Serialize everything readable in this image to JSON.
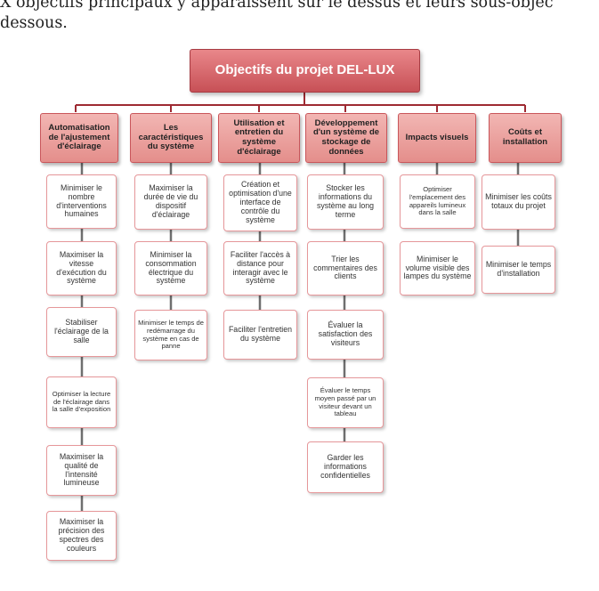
{
  "intro": {
    "line1": "X objectifs principaux y apparaissent sur le dessus et leurs sous-objec",
    "line2": "dessous."
  },
  "root": {
    "label": "Objectifs du projet DEL-LUX"
  },
  "categories": [
    {
      "label": "Automatisation de l'ajustement d'éclairage",
      "subs": [
        "Minimiser le nombre d'interventions humaines",
        "Maximiser la vitesse d'exécution du système",
        "Stabiliser l'éclairage de la salle",
        "Optimiser la lecture de l'éclairage dans la salle d'exposition",
        "Maximiser la qualité de l'intensité lumineuse",
        "Maximiser la précision des spectres des couleurs"
      ]
    },
    {
      "label": "Les caractéristiques du système",
      "subs": [
        "Maximiser la durée de vie du dispositif d'éclairage",
        "Minimiser la consommation électrique du système",
        "Minimiser le temps de redémarrage du système en cas de panne"
      ]
    },
    {
      "label": "Utilisation et entretien du système d'éclairage",
      "subs": [
        "Création et optimisation d'une interface de contrôle du système",
        "Faciliter l'accès à distance pour interagir avec le système",
        "Faciliter l'entretien du système"
      ]
    },
    {
      "label": "Développement d'un système de stockage de données",
      "subs": [
        "Stocker les informations du système au long terme",
        "Trier les commentaires des clients",
        "Évaluer la satisfaction des visiteurs",
        "Évaluer le temps moyen passé par un visiteur devant un tableau",
        "Garder les informations confidentielles"
      ]
    },
    {
      "label": "Impacts visuels",
      "subs": [
        "Optimiser l'emplacement des appareils lumineux dans la salle",
        "Minimiser le volume visible des lampes du système"
      ]
    },
    {
      "label": "Coûts et installation",
      "subs": [
        "Minimiser les coûts totaux du projet",
        "Minimiser le temps d'installation"
      ]
    }
  ],
  "colors": {
    "root_fill": "#d9666b",
    "category_fill": "#eea4a2",
    "subgoal_border": "#e6979a",
    "connector": "#9e2a32"
  }
}
